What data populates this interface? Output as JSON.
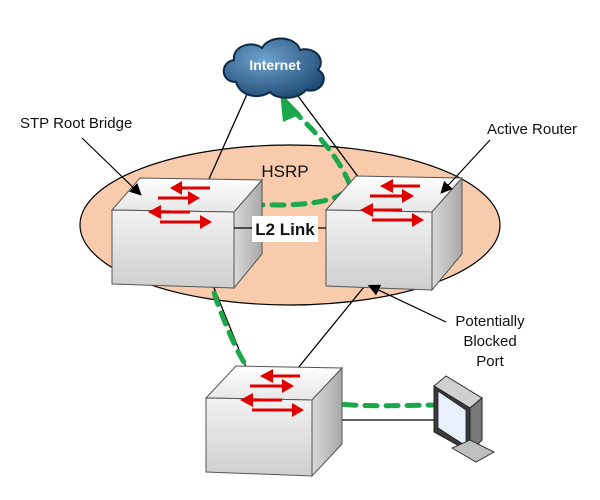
{
  "labels": {
    "internet": "Internet",
    "hsrp": "HSRP",
    "l2_link": "L2 Link",
    "stp_root_bridge": "STP Root Bridge",
    "active_router": "Active Router",
    "blocked_port_line1": "Potentially",
    "blocked_port_line2": "Blocked",
    "blocked_port_line3": "Port"
  },
  "colors": {
    "hsrp_ellipse": "#f8cbad",
    "path_dashed": "#1aa84a",
    "switch_arrow": "#e00000",
    "cloud": "#2e5f8a"
  }
}
